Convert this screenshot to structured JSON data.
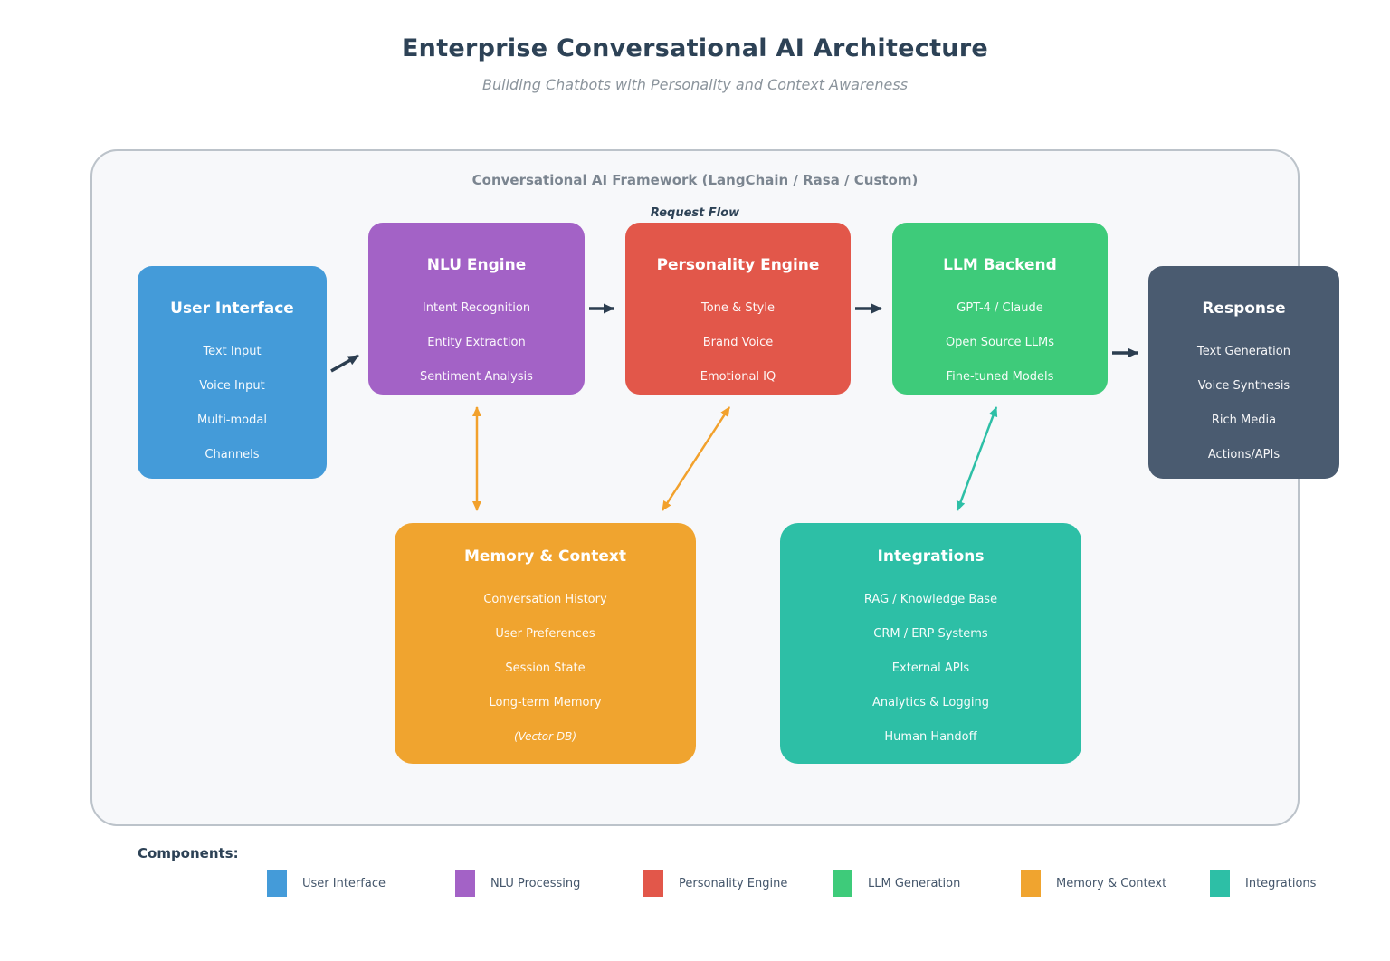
{
  "header": {
    "title": "Enterprise Conversational AI Architecture",
    "subtitle": "Building Chatbots with Personality and Context Awareness"
  },
  "framework": {
    "label": "Conversational AI Framework (LangChain / Rasa / Custom)",
    "flow_label": "Request Flow"
  },
  "boxes": [
    {
      "id": "user-interface",
      "title": "User Interface",
      "color": "#449bd9",
      "items": [
        "Text Input",
        "Voice Input",
        "Multi-modal",
        "Channels"
      ]
    },
    {
      "id": "nlu-engine",
      "title": "NLU Engine",
      "color": "#a362c6",
      "items": [
        "Intent Recognition",
        "Entity Extraction",
        "Sentiment Analysis"
      ]
    },
    {
      "id": "personality-engine",
      "title": "Personality Engine",
      "color": "#e2574a",
      "items": [
        "Tone & Style",
        "Brand Voice",
        "Emotional IQ"
      ]
    },
    {
      "id": "llm-backend",
      "title": "LLM Backend",
      "color": "#3ecb7a",
      "items": [
        "GPT-4 / Claude",
        "Open Source LLMs",
        "Fine-tuned Models"
      ]
    },
    {
      "id": "response",
      "title": "Response",
      "color": "#4a5b70",
      "items": [
        "Text Generation",
        "Voice Synthesis",
        "Rich Media",
        "Actions/APIs"
      ]
    },
    {
      "id": "memory-context",
      "title": "Memory & Context",
      "color": "#f0a42f",
      "items": [
        "Conversation History",
        "User Preferences",
        "Session State",
        "Long-term Memory",
        "(Vector DB)"
      ]
    },
    {
      "id": "integrations",
      "title": "Integrations",
      "color": "#2dbfa6",
      "items": [
        "RAG / Knowledge Base",
        "CRM / ERP Systems",
        "External APIs",
        "Analytics & Logging",
        "Human Handoff"
      ]
    }
  ],
  "connections": [
    {
      "from": "User Interface",
      "to": "NLU Engine",
      "type": "one-way",
      "color": "#2c3e50"
    },
    {
      "from": "NLU Engine",
      "to": "Personality Engine",
      "type": "one-way",
      "color": "#2c3e50"
    },
    {
      "from": "Personality Engine",
      "to": "LLM Backend",
      "type": "one-way",
      "color": "#2c3e50"
    },
    {
      "from": "LLM Backend",
      "to": "Response",
      "type": "one-way",
      "color": "#2c3e50"
    },
    {
      "from": "NLU Engine",
      "to": "Memory & Context",
      "type": "bidirectional",
      "color": "#f2a12c"
    },
    {
      "from": "Personality Engine",
      "to": "Memory & Context",
      "type": "bidirectional",
      "color": "#f2a12c"
    },
    {
      "from": "LLM Backend",
      "to": "Integrations",
      "type": "bidirectional",
      "color": "#2dbfa6"
    }
  ],
  "legend": {
    "label": "Components:",
    "items": [
      {
        "label": "User Interface",
        "color": "#449bd9"
      },
      {
        "label": "NLU Processing",
        "color": "#a362c6"
      },
      {
        "label": "Personality Engine",
        "color": "#e2574a"
      },
      {
        "label": "LLM Generation",
        "color": "#3ecb7a"
      },
      {
        "label": "Memory & Context",
        "color": "#f0a42f"
      },
      {
        "label": "Integrations",
        "color": "#2dbfa6"
      }
    ]
  }
}
